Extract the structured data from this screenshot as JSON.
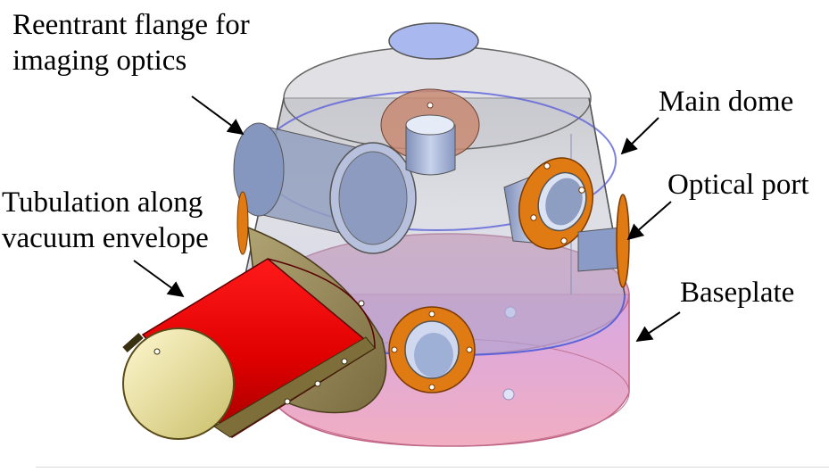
{
  "labels": {
    "reentrant_flange": [
      "Reentrant flange for",
      "imaging optics"
    ],
    "tubulation": [
      "Tubulation along",
      "vacuum envelope"
    ],
    "main_dome": "Main dome",
    "optical_port": "Optical port",
    "baseplate": "Baseplate"
  },
  "colors": {
    "dome_glass": "#b9c3e6",
    "dome_rim": "#5d62d8",
    "baseplate": "#e58aa6",
    "tube_red": "#e60000",
    "tube_inner": "#ece6a8",
    "flange_orange": "#e07a12",
    "port_blue": "#9aa8c8",
    "top_window": "#a9b8ee"
  }
}
